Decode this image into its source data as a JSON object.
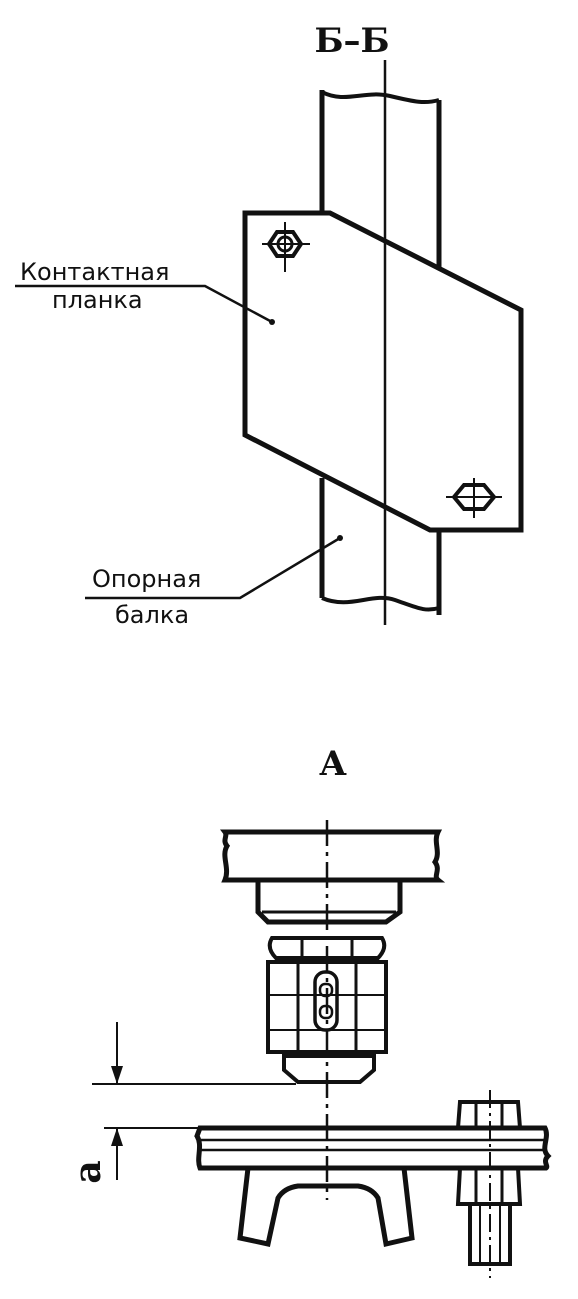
{
  "section_title": "Б–Б",
  "view_title": "А",
  "labels": {
    "contact_plate_line1": "Контактная",
    "contact_plate_line2": "планка",
    "support_beam_line1": "Опорная",
    "support_beam_line2": "балка"
  },
  "dimension_label": "а"
}
